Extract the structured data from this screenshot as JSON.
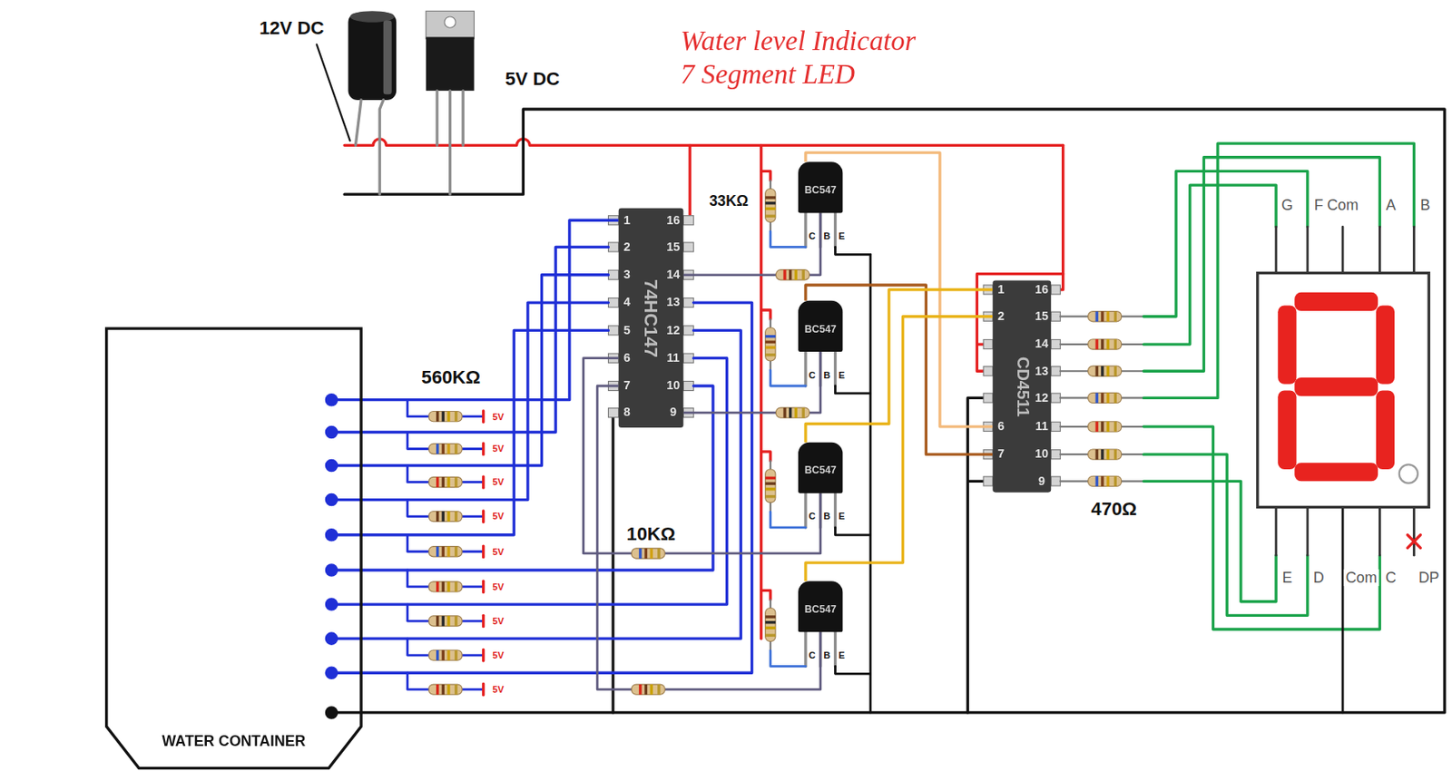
{
  "diagram": {
    "title": "Water level Indicator 7 Segment LED",
    "nodes": [
      {
        "text": [
          "WATER CONTAINER"
        ]
      },
      {
        "text": [
          "74HC147"
        ]
      },
      {
        "text": [
          "BC547"
        ]
      },
      {
        "text": [
          "BC547"
        ]
      },
      {
        "text": [
          "BC547"
        ]
      },
      {
        "text": [
          "BC547"
        ]
      },
      {
        "text": [
          "CD4511"
        ]
      }
    ],
    "edges": [
      {
        "from": 0,
        "to": 1,
        "arrow": "none"
      },
      {
        "from": 1,
        "to": 2,
        "arrow": "none"
      },
      {
        "from": 1,
        "to": 3,
        "arrow": "none"
      },
      {
        "from": 1,
        "to": 4,
        "arrow": "none"
      },
      {
        "from": 1,
        "to": 5,
        "arrow": "none"
      },
      {
        "from": 2,
        "to": 6,
        "arrow": "none"
      },
      {
        "from": 3,
        "to": 6,
        "arrow": "none"
      },
      {
        "from": 4,
        "to": 6,
        "arrow": "none"
      },
      {
        "from": 5,
        "to": 6,
        "arrow": "none"
      }
    ],
    "labels": [
      "12V DC",
      "5V DC",
      "33KΩ",
      "560KΩ",
      "10KΩ",
      "470Ω",
      "5V",
      "5V",
      "5V",
      "5V",
      "5V",
      "5V",
      "5V",
      "5V",
      "5V",
      "1",
      "2",
      "3",
      "4",
      "5",
      "6",
      "7",
      "8",
      "16",
      "15",
      "14",
      "13",
      "12",
      "11",
      "10",
      "9",
      "1",
      "2",
      "6",
      "7",
      "16",
      "15",
      "14",
      "13",
      "12",
      "11",
      "10",
      "9",
      "C",
      "B",
      "E",
      "C",
      "B",
      "E",
      "C",
      "B",
      "E",
      "C",
      "B",
      "E",
      "G",
      "F",
      "Com",
      "A",
      "B",
      "E",
      "D",
      "Com",
      "C",
      "DP"
    ]
  }
}
